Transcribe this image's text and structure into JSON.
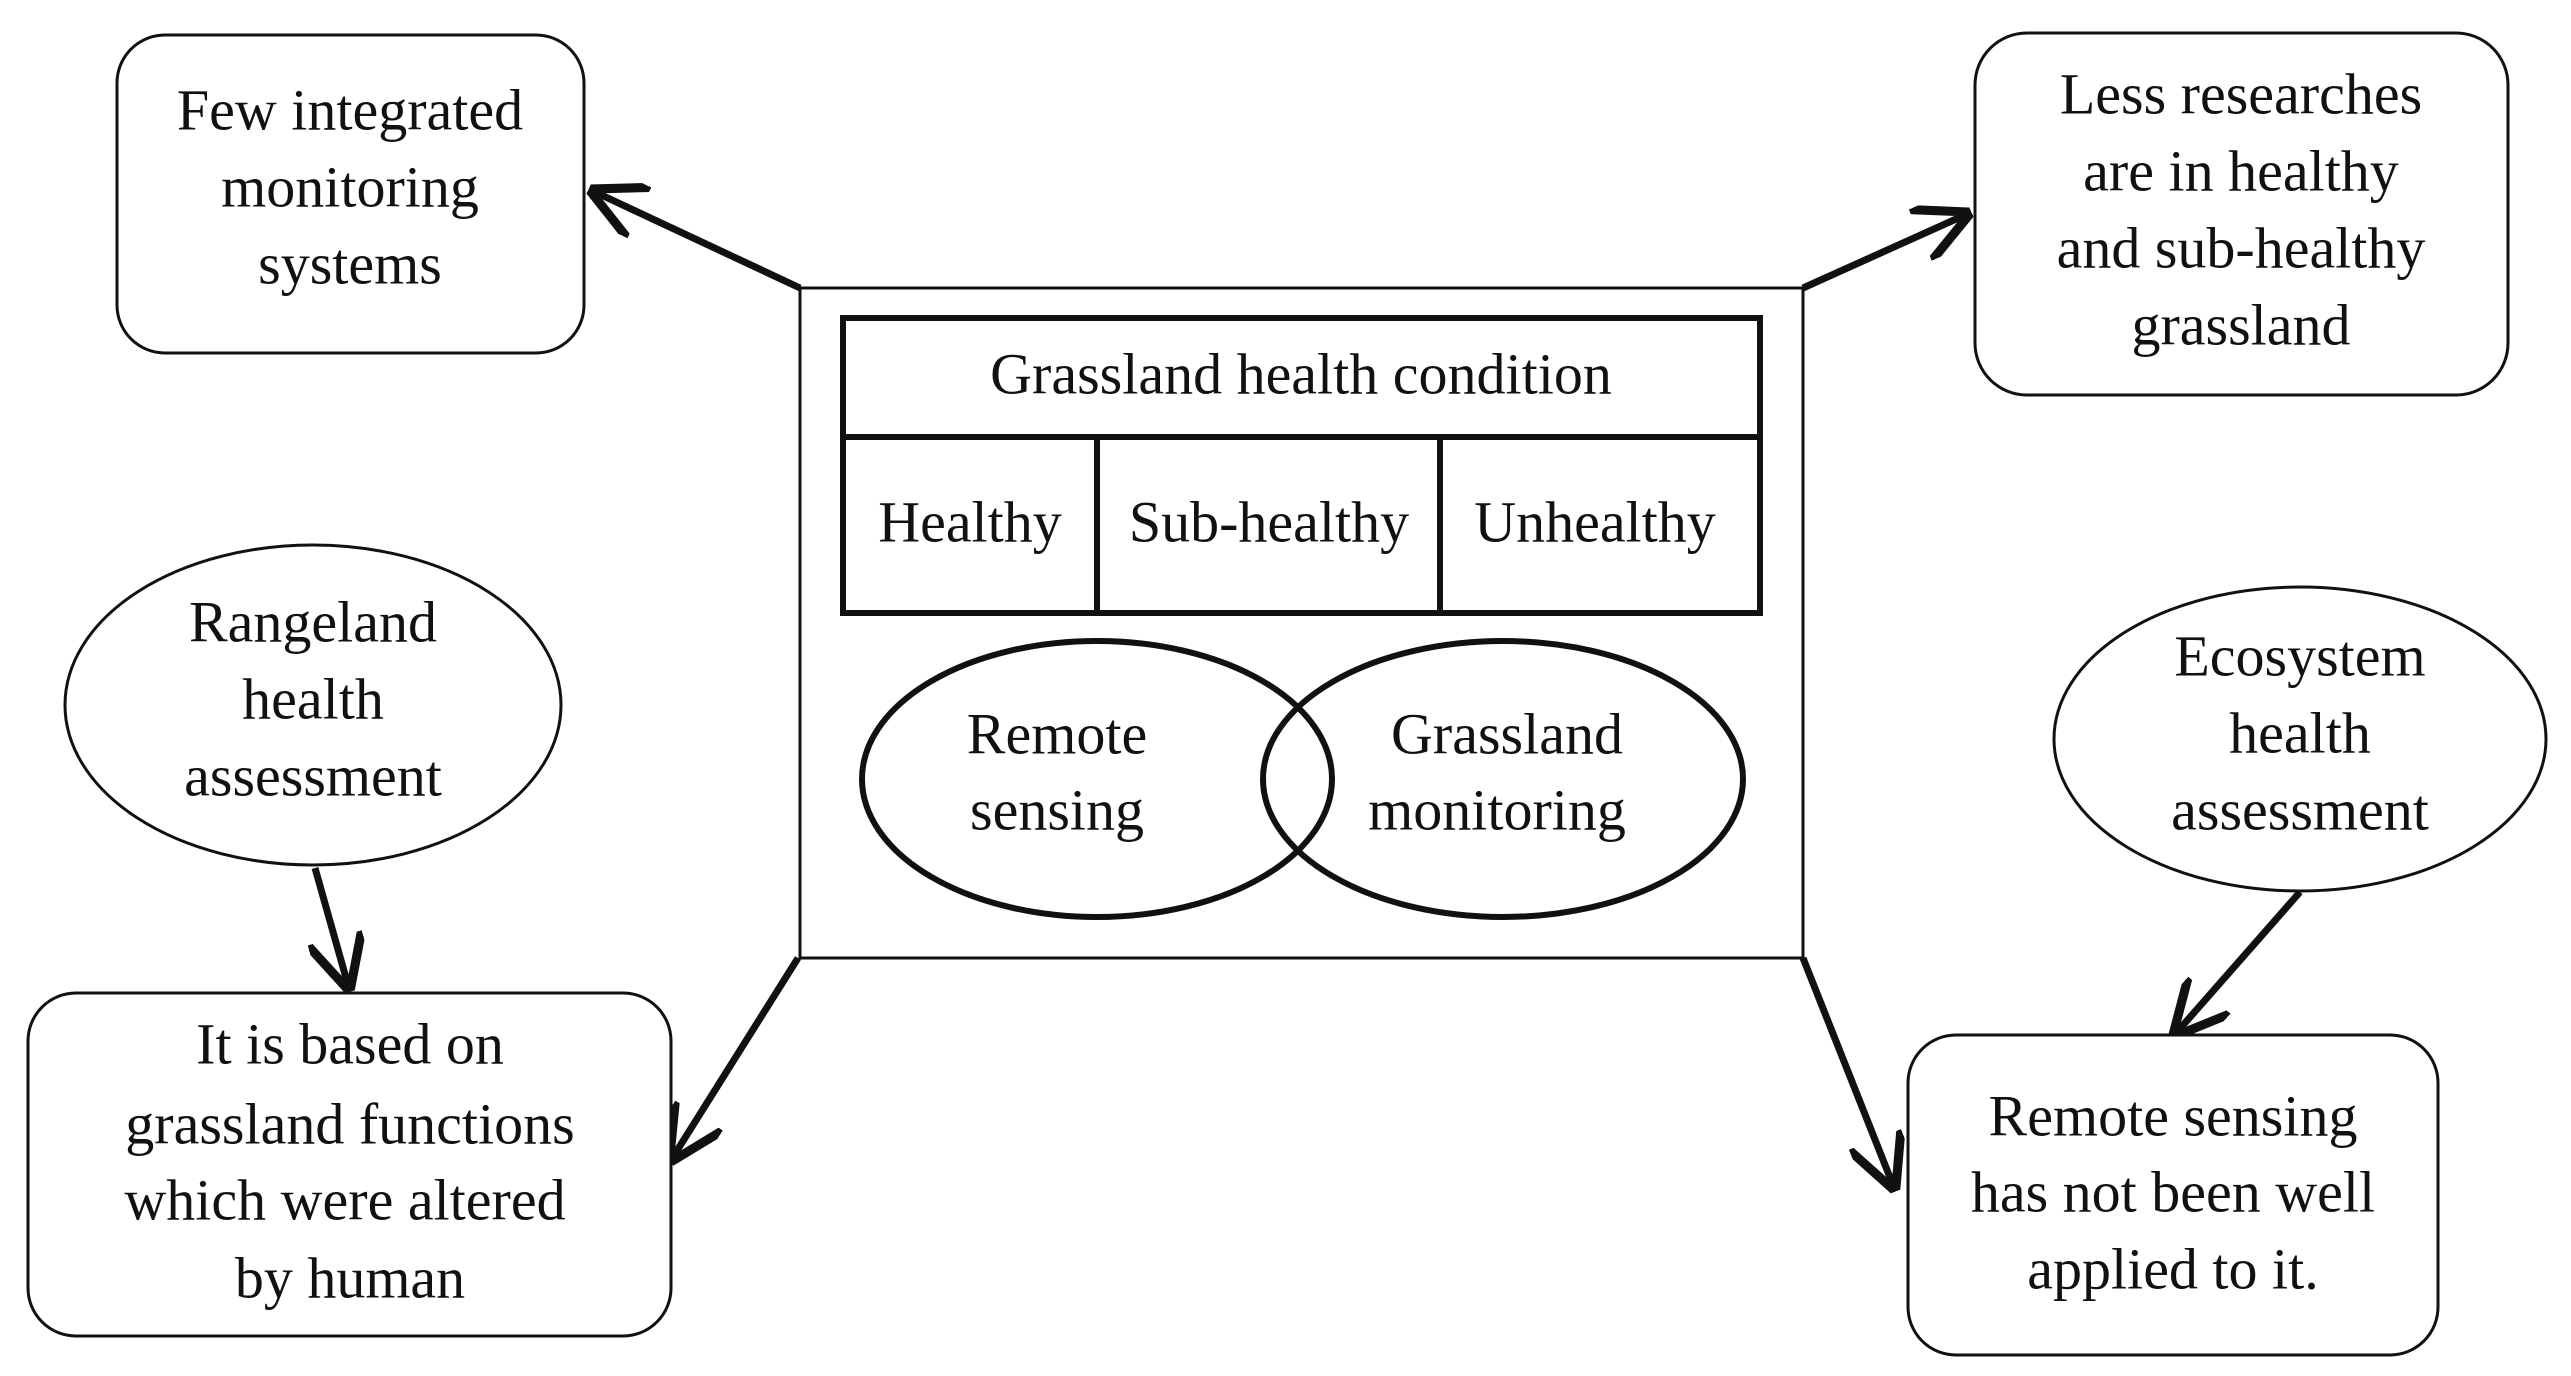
{
  "center": {
    "title": "Grassland health condition",
    "levels": [
      "Healthy",
      "Sub-healthy",
      "Unhealthy"
    ],
    "venn_left": [
      "Remote",
      "sensing"
    ],
    "venn_right": [
      "Grassland",
      "monitoring"
    ]
  },
  "top_left_box": [
    "Few integrated",
    "monitoring",
    "systems"
  ],
  "top_right_box": [
    "Less researches",
    "are in healthy",
    "and sub-healthy",
    "grassland"
  ],
  "left_ellipse": [
    "Rangeland",
    "health",
    "assessment"
  ],
  "right_ellipse": [
    "Ecosystem",
    "health",
    "assessment"
  ],
  "bottom_left_box": [
    "It is based on",
    "grassland functions",
    "which were altered",
    "by human"
  ],
  "bottom_right_box": [
    "Remote sensing",
    "has not been well",
    "applied to it."
  ]
}
